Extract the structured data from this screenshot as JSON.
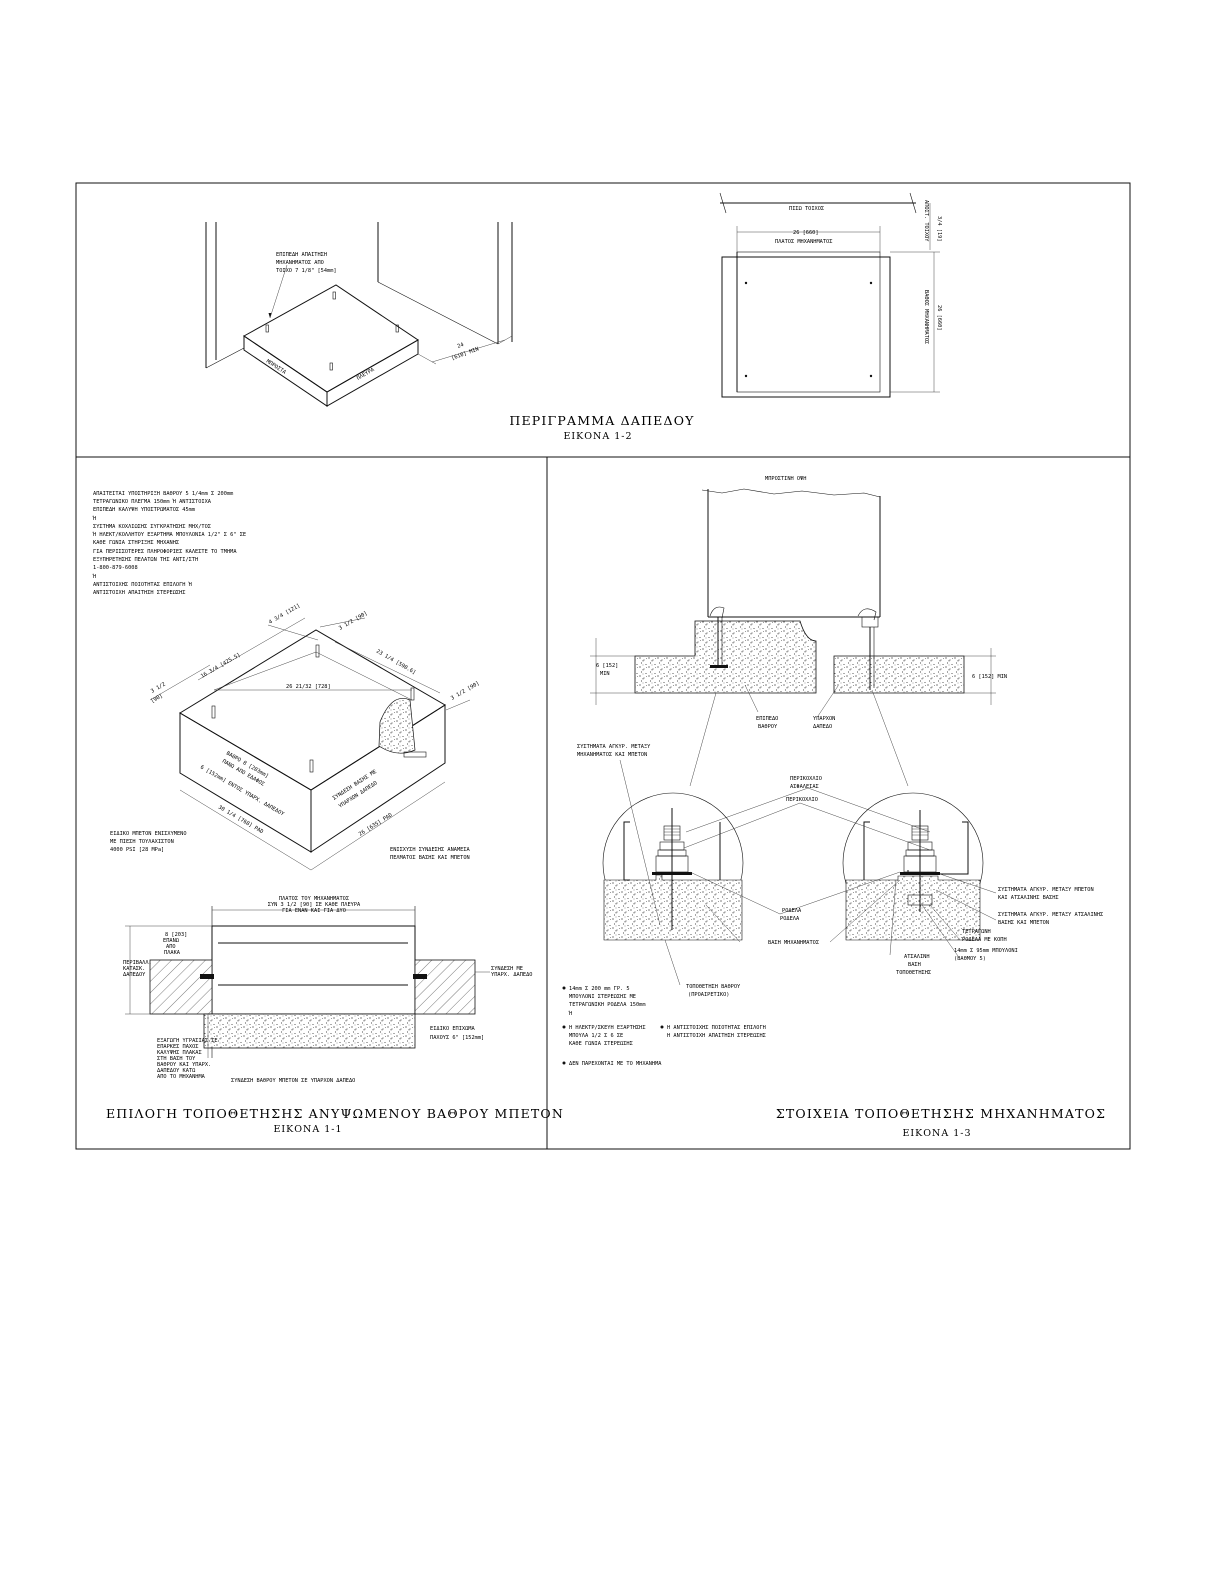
{
  "figures": {
    "fig12": {
      "title": "ΠΕΡΙΓΡΑΜΜΑ ΔΑΠΕΔΟΥ",
      "subtitle": "ΕΙΚΟΝΑ 1-2",
      "labels": {
        "leveling_1": "ΕΠΙΠΕΔΗ ΑΠΑΙΤΗΣΗ",
        "leveling_2": "ΜΗΧΑΝΗΜΑΤΟΣ ΑΠΟ",
        "leveling_3": "ΤΟΙΧΟ 7 1/8\" [54mm]",
        "front": "ΜΠΡΟΣΤΑ",
        "side": "ΠΛΕΥΡΑ",
        "clear_1": "24",
        "clear_2": "[610] MIN",
        "wall": "ΠΙΣΩ ΤΟΙΧΟΣ",
        "width_dim": "26 [660]",
        "width_label": "ΠΛΑΤΟΣ ΜΗΧΑΝΗΜΑΤΟΣ",
        "offset_dim": "3/4 [19]",
        "offset_label": "ΑΠΟΣΤ. ΤΟΙΧΟΥ",
        "depth_dim": "26 [660]",
        "depth_label": "ΒΑΘΟΣ ΜΗΧΑΝΗΜΑΤΟΣ"
      }
    },
    "fig11": {
      "title": "ΕΠΙΛΟΓΗ ΤΟΠΟΘΕΤΗΣΗΣ ΑΝΥΨΩΜΕΝΟΥ ΒΑΘΡΟΥ ΜΠΕΤΟΝ",
      "subtitle": "ΕΙΚΟΝΑ 1-1",
      "notes": [
        "ΑΠΑΙΤΕΙΤΑΙ ΥΠΟΣΤΗΡΙΞΗ ΒΑΘΡΟΥ 5 1/4mm Σ 200mm",
        "ΤΕΤΡΑΓΩΝΙΚΟ ΠΛΕΓΜΑ 150mm Ή ΑΝΤΙΣΤΟΙΧΑ",
        "ΕΠΙΠΕΔΗ ΚΑΛΥΨΗ ΥΠΟΣΤΡΩΜΑΤΟΣ 45mm",
        "Ή",
        "ΣΥΣΤΗΜΑ ΚΟΧΛΙΩΣΗΣ ΣΥΓΚΡΑΤΗΣΗΣ ΜΗΧ/ΤΟΣ",
        "Ή ΗΛΕΚΤ/ΚΟΛΛΗΤΟΥ ΕΞΑΡΤΗΜΑ ΜΠΟΥΛΟΝΙΑ 1/2\" Σ 6\" ΣΕ",
        "ΚΑΘΕ ΓΩΝΙΑ ΣΤΗΡΙΞΗΣ ΜΗΧΑΝΗΣ",
        "ΓΙΑ ΠΕΡΙΣΣΟΤΕΡΕΣ ΠΛΗΡΟΦΟΡΙΕΣ ΚΑΛΕΣΤΕ ΤΟ ΤΜΗΜΑ",
        "ΕΞΥΠΗΡΕΤΗΣΗΣ ΠΕΛΑΤΩΝ ΤΗΣ ΑΝΤΙ/ΣΤΗ",
        "1-800-879-6008",
        "Ή",
        "ΑΝΤΙΣΤΟΙΧΗΣ ΠΟΙΟΤΗΤΑΣ ΕΠΙΛΟΓΗ Ή",
        "ΑΝΤΙΣΤΟΙΧΗ ΑΠΑΙΤΗΣΗ ΣΤΕΡΕΩΣΗΣ"
      ],
      "dims": {
        "d1": "4 3/4 [121]",
        "d2": "3 1/2 [90]",
        "d3": "16 3/4 [425.5]",
        "d4": "23 1/4 [590.6]",
        "d5": "26 21/32 [728]",
        "d6": "3 1/2",
        "d7": "[90]",
        "d8": "3 1/2 [90]",
        "d9": "30 1/4 [768] PAD",
        "d10": "26 [635] PAD"
      },
      "labels": {
        "pad_1": "ΒΑΘΡΟ 8 [203mm]",
        "pad_2": "ΠΑΝΩ ΑΠΟ ΕΔΑΦΟΣ",
        "pad_3": "6 [152mm] ΕΝΤΟΣ ΥΠΑΡΧ. ΔΑΠΕΔΟΥ",
        "join_1": "ΣΥΝΔΕΣΗ ΒΑΣΗΣ ΜΕ",
        "join_2": "ΥΠΑΡΧΟΝ ΔΑΠΕΔΟ",
        "concrete_1": "ΕΙΔΙΚΟ ΜΠΕΤΟΝ ΕΝΙΣΧΥΜΕΝΟ",
        "concrete_2": "ΜΕ ΠΙΕΣΗ ΤΟΥΛΑΧΙΣΤΟΝ",
        "concrete_3": "4000 PSI [28 MPa]",
        "bind_1": "ΕΝΙΣΧΥΣΗ ΣΥΝΔΕΣΗΣ ΑΝΑΜΕΣΑ",
        "bind_2": "ΠΕΛΜΑΤΟΣ ΒΑΣΗΣ ΚΑΙ ΜΠΕΤΟΝ",
        "sec_top_1": "ΠΛΑΤΟΣ ΤΟΥ ΜΗΧΑΝΗΜΑΤΟΣ",
        "sec_top_2": "ΣΥΝ 3 1/2 [90] ΣΕ ΚΑΘΕ ΠΛΕΥΡΑ",
        "sec_top_3": "ΓΙΑ ΕΝΑΝ ΚΑΙ ΓΙΑ ΔΥΟ",
        "sec_left_1": "8 [203]",
        "sec_left_2": "ΕΠΑΝΩ",
        "sec_left_3": "ΑΠΟ",
        "sec_left_4": "ΠΛΑΚΑ",
        "sec_l2_1": "ΠΕΡΙΒΑΛΛ.",
        "sec_l2_2": "ΚΑΤΑΣΚ.",
        "sec_l2_3": "ΔΑΠΕΔΟΥ",
        "sec_right_1": "ΣΥΝΔΕΣΗ ΜΕ",
        "sec_right_2": "ΥΠΑΡΧ. ΔΑΠΕΔΟ",
        "sec_low_1": "ΕΞΑΓΩΓΗ ΥΓΡΑΣΙΑΣ ΣΕ",
        "sec_low_2": "ΕΠΑΡΚΕΣ ΠΑΧΟΣ",
        "sec_low_3": "ΚΑΛΥΨΗΣ ΠΛΑΚΑΣ",
        "sec_low_4": "ΣΤΗ ΒΑΣΗ ΤΟΥ",
        "sec_low_5": "ΒΑΘΡΟΥ ΚΑΙ ΥΠΑΡΧ.",
        "sec_low_6": "ΔΑΠΕΔΟΥ ΚΑΤΩ",
        "sec_low_7": "ΑΠΟ ΤΟ ΜΗΧΑΝΗΜΑ",
        "fill_1": "ΕΙΔΙΚΟ ΕΠΙΧΩΜΑ",
        "fill_2": "ΠΑΧΟΥΣ 6\" [152mm]",
        "caption": "ΣΥΝΔΕΣΗ ΒΑΘΡΟΥ ΜΠΕΤΟΝ ΣΕ ΥΠΑΡΧΟΝ ΔΑΠΕΔΟ"
      }
    },
    "fig13": {
      "title": "ΣΤΟΙΧΕΙΑ ΤΟΠΟΘΕΤΗΣΗΣ ΜΗΧΑΝΗΜΑΤΟΣ",
      "subtitle": "ΕΙΚΟΝΑ 1-3",
      "labels": {
        "front_view": "ΜΠΡΟΣΤΙΝΗ ΟΨΗ",
        "left_dim_1": "6 [152]",
        "left_dim_2": "MIN",
        "right_dim": "6 [152] MIN",
        "pad": "ΕΠΙΠΕΔΟ",
        "pad_2": "ΒΑΘΡΟΥ",
        "floor": "ΥΠΑΡΧΟΝ",
        "floor_2": "ΔΑΠΕΔΟ",
        "anchor_1": "ΣΥΣΤΗΜΑΤΑ ΑΓΚΥΡ. ΜΕΤΑΞΥ",
        "anchor_2": "ΜΗΧΑΝΗΜΑΤΟΣ ΚΑΙ ΜΠΕΤΟΝ",
        "nut_1": "ΠΕΡΙΚΟΧΛΙΟ",
        "nut_2": "ΑΣΦΑΛΕΙΑΣ",
        "nut_3": "ΠΕΡΙΚΟΧΛΙΟ",
        "washer_1": "ΡΟΔΕΛΑ",
        "washer_2": "ΡΟΔΕΛΑ",
        "base": "ΒΑΣΗ ΜΗΧΑΝΗΜΑΤΟΣ",
        "pos_1": "ΤΟΠΟΘΕΤΗΣΗ ΒΑΘΡΟΥ",
        "pos_2": "(ΠΡΟΑΙΡΕΤΙΚΟ)",
        "r_anchor_1": "ΣΥΣΤΗΜΑΤΑ ΑΓΚΥΡ. ΜΕΤΑΞΥ ΜΠΕΤΟΝ",
        "r_anchor_2": "ΚΑΙ ΑΤΣΑΛΙΝΗΣ ΒΑΣΗΣ",
        "r_anchor_3": "ΣΥΣΤΗΜΑΤΑ ΑΓΚΥΡ. ΜΕΤΑΞΥ ΑΤΣΑΛΙΝΗΣ",
        "r_anchor_4": "ΒΑΣΗΣ ΚΑΙ ΜΠΕΤΟΝ",
        "wwasher_1": "ΤΕΤΡΑΓΩΝΗ",
        "wwasher_2": "ΡΟΔΕΛΑ ΜΕ ΚΟΠΗ",
        "bolt_1": "14mm Σ 95mm ΜΠΟΥΛΟΝΙ",
        "bolt_2": "(ΒΑΘΜΟΥ 5)",
        "steel_1": "ΑΤΣΑΛΙΝΗ",
        "steel_2": "ΒΑΣΗ",
        "steel_3": "ΤΟΠΟΘΕΤΗΣΗΣ",
        "foot_1": "14mm Σ 200 mm ΓΡ. 5",
        "foot_2": "ΜΠΟΥΛΟΝΙ ΣΤΕΡΕΩΣΗΣ ΜΕ",
        "foot_3": "ΤΕΤΡΑΓΩΝΙΚΗ ΡΟΔΕΛΑ 150mm",
        "foot_4": "Ή",
        "foot_5": "Η ΗΛΕΚΤΡ/ΣΚΕΥΗ ΕΞΑΡΤΗΣΗΣ",
        "foot_6": "ΜΠΟΥΛΑ 1/2 Σ 6 ΣΕ",
        "foot_7": "ΚΑΘΕ ΓΩΝΙΑ ΣΤΕΡΕΩΣΗΣ",
        "foot_8": "Η ΑΝΤΙΣΤΟΙΧΗΣ ΠΟΙΟΤΗΤΑΣ ΕΠΙΛΟΓΗ",
        "foot_9": "Η ΑΝΤΙΣΤΟΙΧΗ ΑΠΑΙΤΗΣΗ ΣΤΕΡΕΩΣΗΣ",
        "foot_10": "ΔΕΝ ΠΑΡΕΧΟΝΤΑΙ ΜΕ ΤΟ ΜΗΧΑΝΗΜΑ"
      }
    }
  }
}
